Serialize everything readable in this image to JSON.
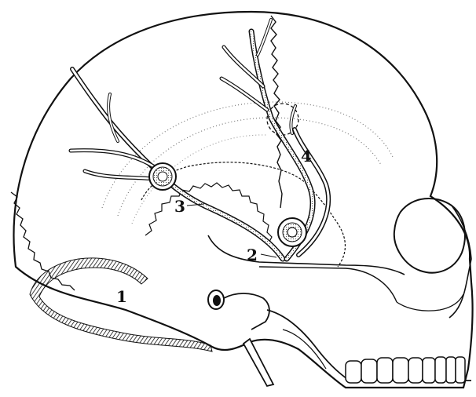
{
  "figure": {
    "labels": {
      "one": "1",
      "two": "2",
      "three": "3",
      "four": "4"
    }
  },
  "colors": {
    "ink": "#111111",
    "paper": "#ffffff"
  }
}
